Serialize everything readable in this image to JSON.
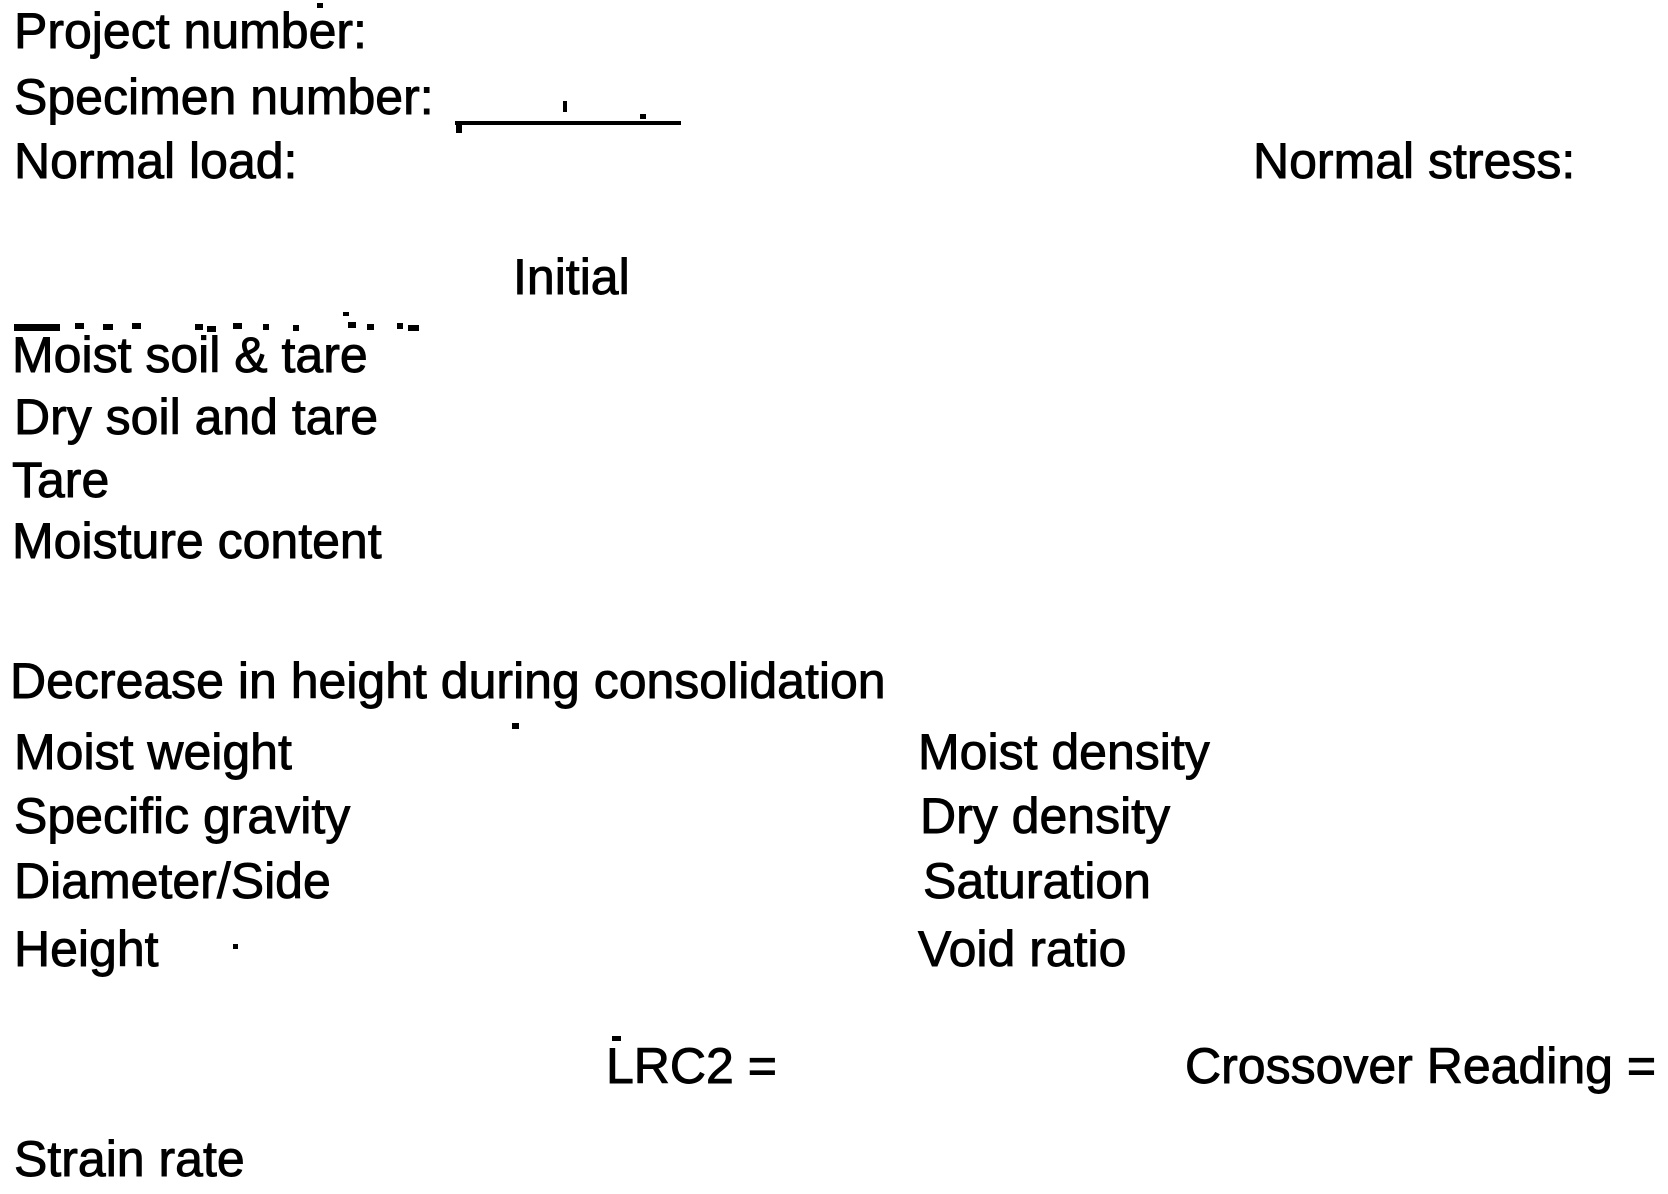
{
  "form": {
    "header": {
      "project_number_label": "Project number:",
      "specimen_number_label": "Specimen number:",
      "specimen_number_value": "",
      "normal_load_label": "Normal load:",
      "normal_stress_label": "Normal stress:"
    },
    "moisture_section": {
      "column_header": "Initial",
      "rows": [
        "Moist soil & tare",
        "Dry soil and tare",
        "Tare",
        "Moisture content"
      ]
    },
    "specimen_section": {
      "consolidation_label": "Decrease in height during consolidation",
      "left_rows": [
        "Moist weight",
        "Specific gravity",
        "Diameter/Side",
        "Height"
      ],
      "right_rows": [
        "Moist density",
        "Dry density",
        "Saturation",
        "Void ratio"
      ]
    },
    "readings": {
      "lrc2_label": "LRC2 =",
      "crossover_label": "Crossover Reading ="
    },
    "strain_rate_label": "Strain rate"
  }
}
